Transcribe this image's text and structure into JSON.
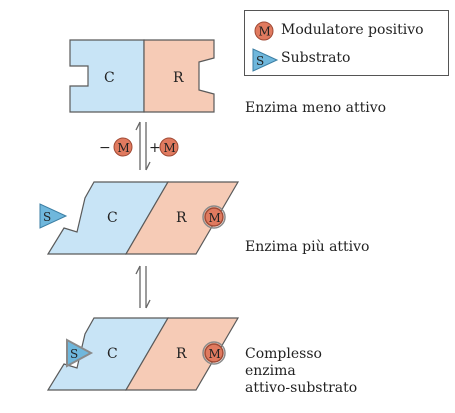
{
  "legend": {
    "modulator_symbol": "M",
    "modulator_label": "Modulatore positivo",
    "substrate_symbol": "S",
    "substrate_label": "Substrato"
  },
  "states": [
    {
      "label_lines": [
        "Enzima meno attivo"
      ]
    },
    {
      "label_lines": [
        "Enzima più attivo"
      ]
    },
    {
      "label_lines": [
        "Complesso",
        "enzima",
        "attivo-substrato"
      ]
    }
  ],
  "subunits": {
    "catalytic": "C",
    "regulatory": "R"
  },
  "transition": {
    "minus_sign": "−",
    "plus_sign": "+",
    "modulator_symbol": "M"
  },
  "colors": {
    "catalytic_fill": "#c8e4f6",
    "regulatory_fill": "#f6cbb6",
    "outline": "#5a5a5a",
    "modulator_fill": "#e07a5f",
    "substrate_fill": "#6fb7dc"
  }
}
